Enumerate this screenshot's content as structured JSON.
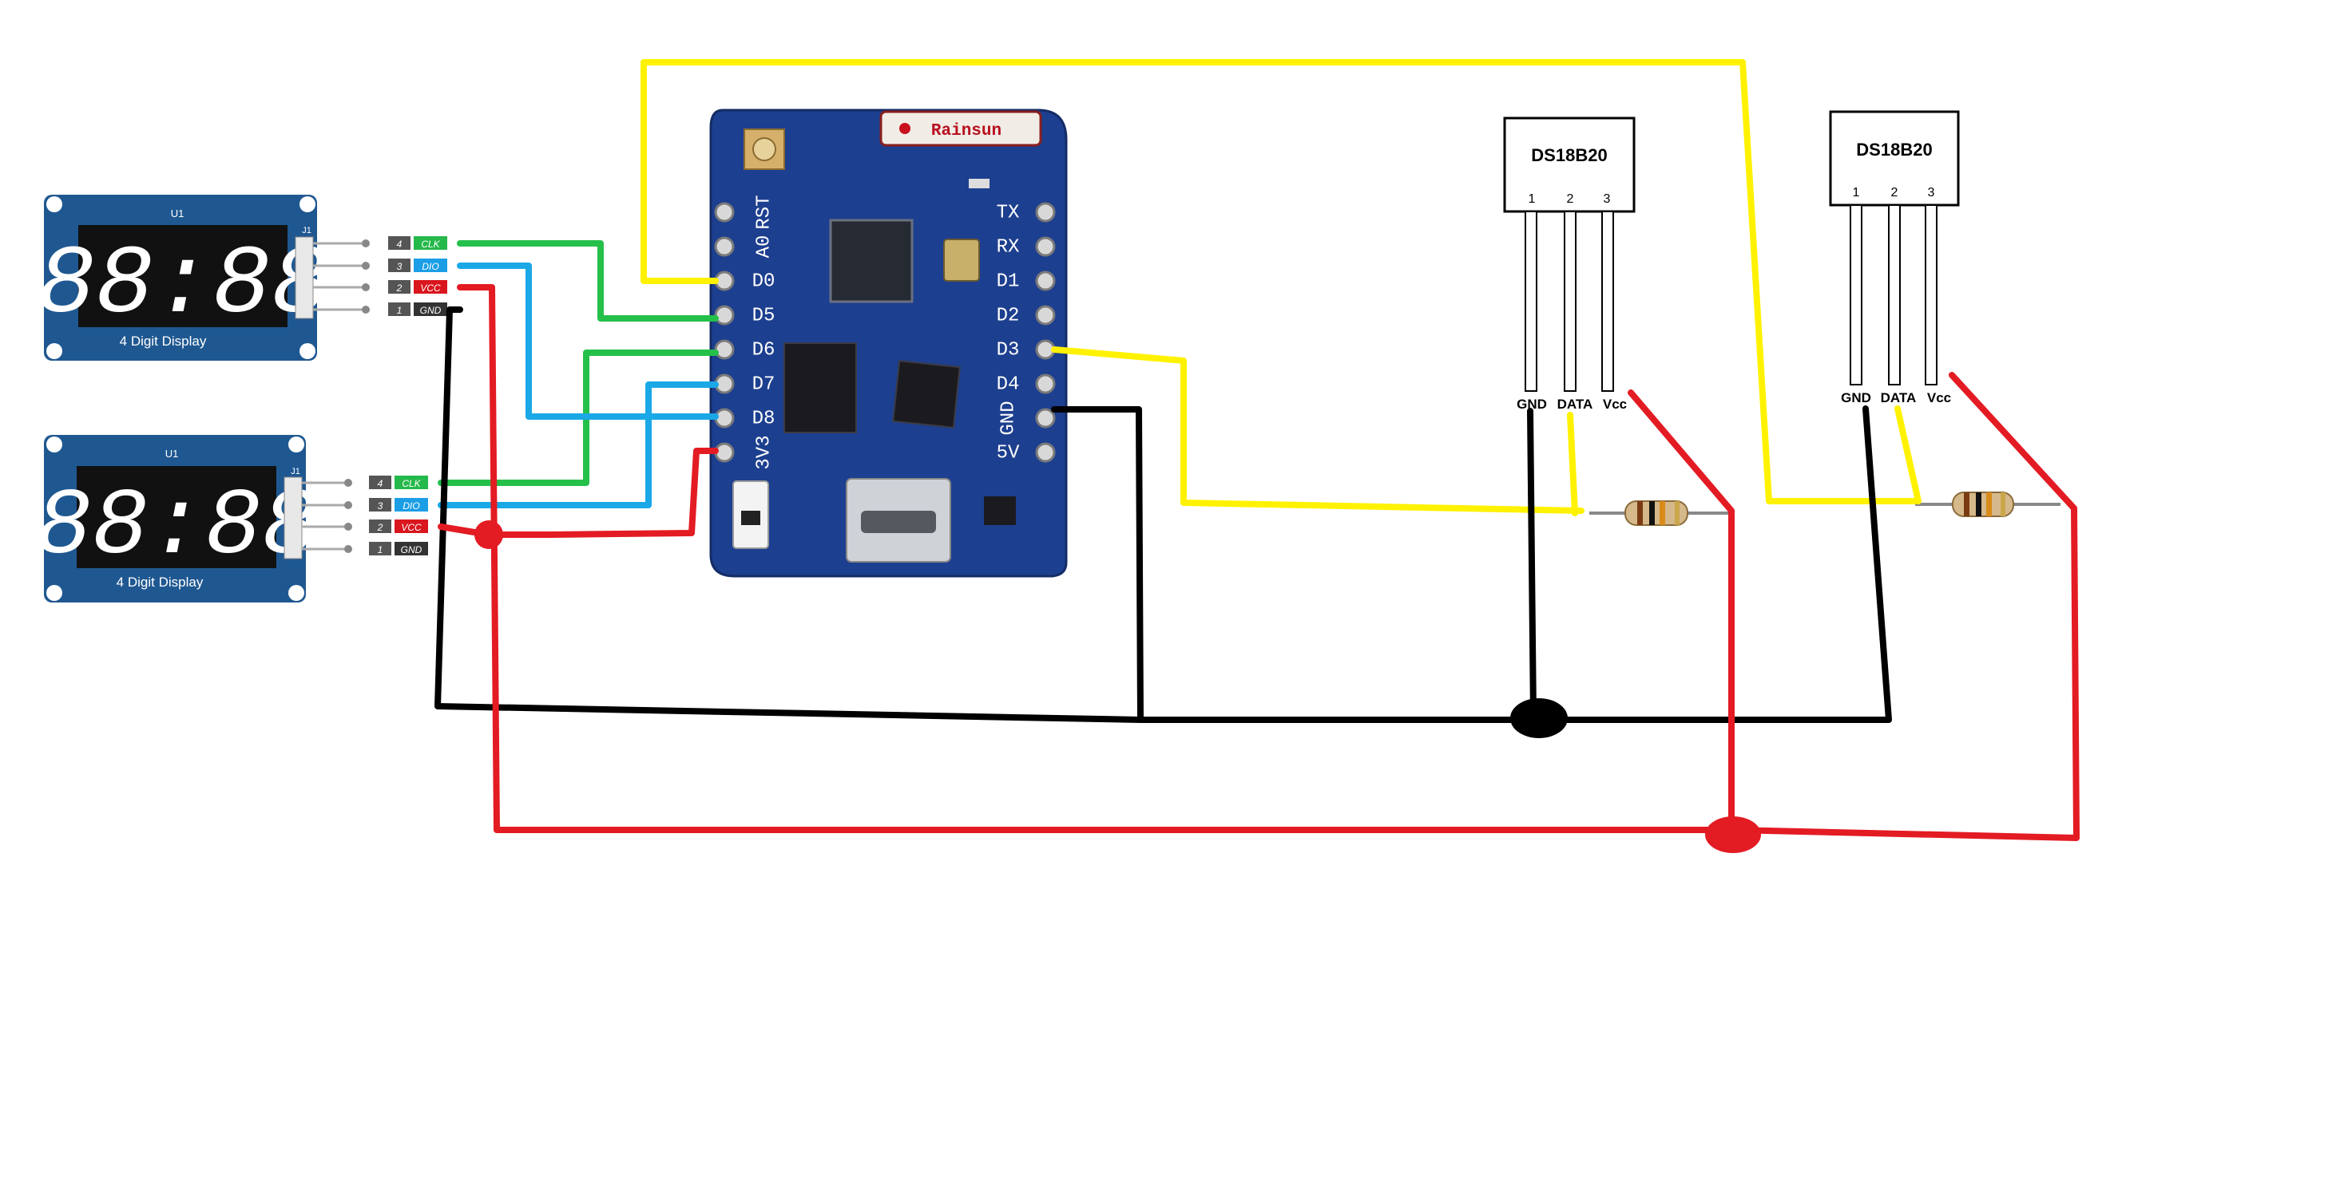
{
  "colors": {
    "board": "#1d3f8f",
    "display_board": "#1f5891",
    "display_face": "#111111",
    "wire_red": "#e31b23",
    "wire_yellow": "#fff200",
    "wire_green": "#25c04a",
    "wire_blue": "#1ba8e6",
    "wire_black": "#000000",
    "label_clk": "#25b84a",
    "label_dio": "#1b9ee6",
    "label_vcc": "#d9161e",
    "label_gnd": "#333333"
  },
  "displays": [
    {
      "ref": "U1",
      "connector": "J1",
      "digits": "88:88",
      "caption": "4  Digit   Display",
      "pins": [
        {
          "num": "4",
          "label": "CLK"
        },
        {
          "num": "3",
          "label": "DIO"
        },
        {
          "num": "2",
          "label": "VCC"
        },
        {
          "num": "1",
          "label": "GND"
        }
      ]
    },
    {
      "ref": "U1",
      "connector": "J1",
      "digits": "88:88",
      "caption": "4  Digit   Display",
      "pins": [
        {
          "num": "4",
          "label": "CLK"
        },
        {
          "num": "3",
          "label": "DIO"
        },
        {
          "num": "2",
          "label": "VCC"
        },
        {
          "num": "1",
          "label": "GND"
        }
      ]
    }
  ],
  "board": {
    "brand": "Rainsun",
    "left_pins": [
      "RST",
      "A0",
      "D0",
      "D5",
      "D6",
      "D7",
      "D8",
      "3V3"
    ],
    "right_pins": [
      "TX",
      "RX",
      "D1",
      "D2",
      "D3",
      "D4",
      "GND",
      "5V"
    ]
  },
  "sensors": [
    {
      "title": "DS18B20",
      "pin_numbers": [
        "1",
        "2",
        "3"
      ],
      "pin_names": [
        "GND",
        "DATA",
        "Vcc"
      ]
    },
    {
      "title": "DS18B20",
      "pin_numbers": [
        "1",
        "2",
        "3"
      ],
      "pin_names": [
        "GND",
        "DATA",
        "Vcc"
      ]
    }
  ]
}
